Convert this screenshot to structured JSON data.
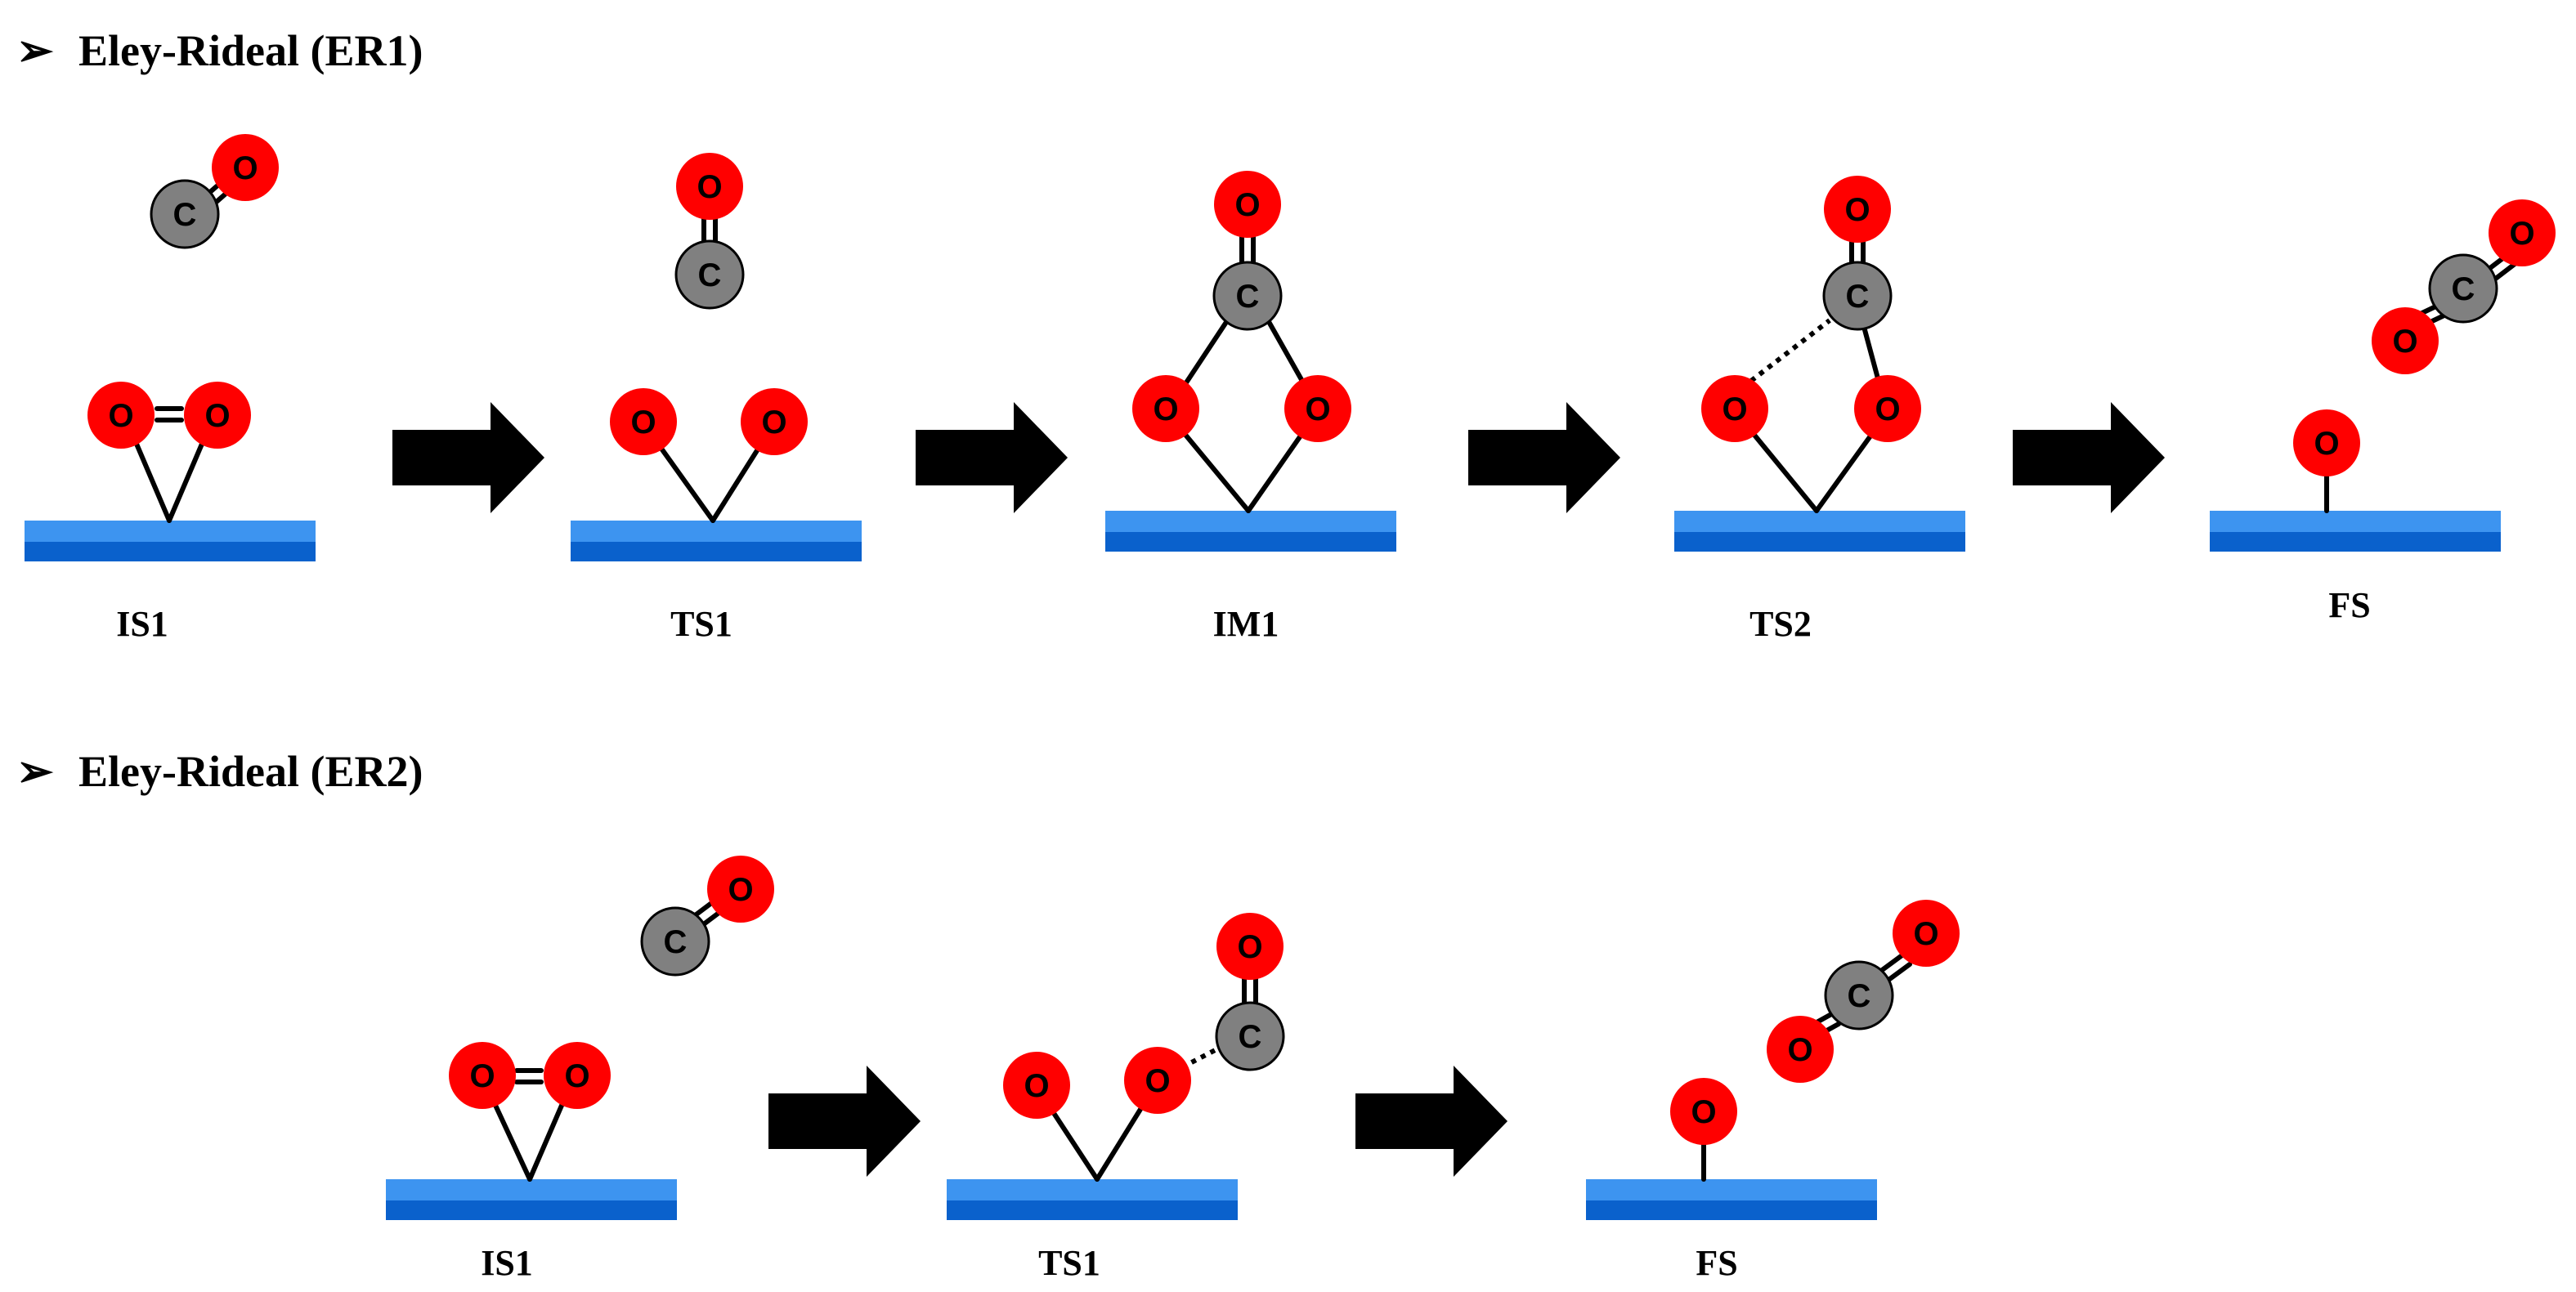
{
  "colors": {
    "oxygen": "#ff0000",
    "carbon": "#808080",
    "surface_light": "#3d94f0",
    "surface_dark": "#0a61cc",
    "arrow": "#000000"
  },
  "icons": {
    "bullet": "right-arrowhead-bullet-icon",
    "step_arrow": "right-block-arrow-icon"
  },
  "atom_labels": {
    "oxygen": "O",
    "carbon": "C"
  },
  "sections": [
    {
      "bullet": "➢",
      "title": "Eley-Rideal (ER1)",
      "states": [
        {
          "label": "IS1"
        },
        {
          "label": "TS1"
        },
        {
          "label": "IM1"
        },
        {
          "label": "TS2"
        },
        {
          "label": "FS"
        }
      ]
    },
    {
      "bullet": "➢",
      "title": "Eley-Rideal (ER2)",
      "states": [
        {
          "label": "IS1"
        },
        {
          "label": "TS1"
        },
        {
          "label": "FS"
        }
      ]
    }
  ]
}
